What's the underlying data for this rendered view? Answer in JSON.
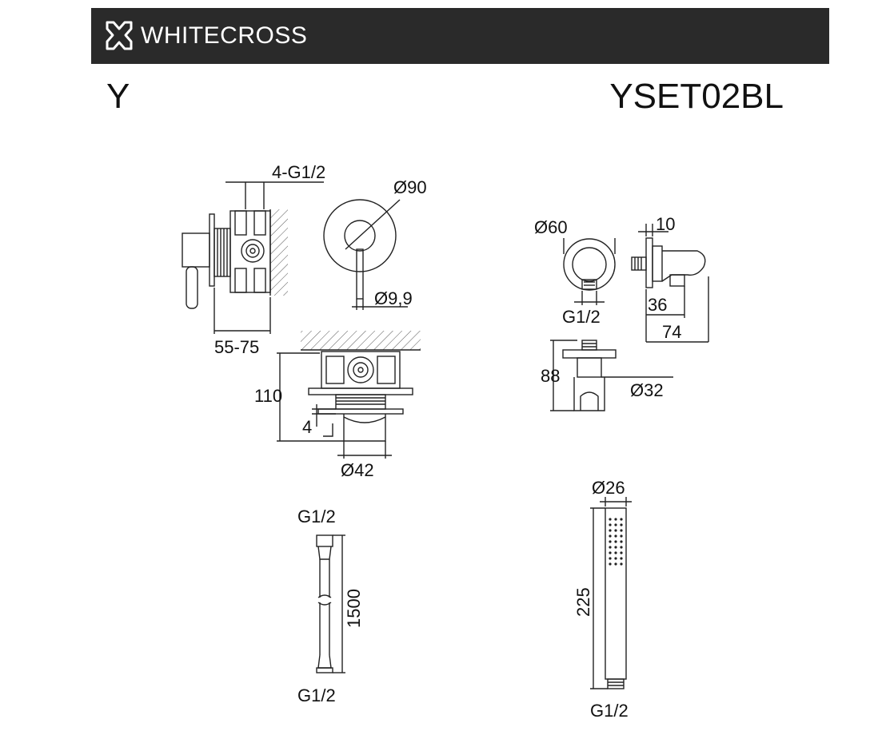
{
  "brand": {
    "name": "WHITECROSS",
    "logo_icon": "cross-x-logo-icon"
  },
  "series": "Y",
  "model": "YSET02BL",
  "colors": {
    "header_bg": "#2a2a2a",
    "header_text": "#ffffff",
    "line": "#222222",
    "hatch": "#555555"
  },
  "dimensions": {
    "mixer": {
      "connections": "4-G1/2",
      "plate_diameter": "Ø90",
      "lever_diameter": "Ø9,9",
      "depth": "55-75",
      "height": "110",
      "offset": "4",
      "body_diameter": "Ø42"
    },
    "outlet": {
      "flange_diameter": "Ø60",
      "thickness": "10",
      "projection_inner": "36",
      "projection_total": "74",
      "thread": "G1/2",
      "height": "88",
      "holder_diameter": "Ø32"
    },
    "hose": {
      "thread_top": "G1/2",
      "length": "1500",
      "thread_bottom": "G1/2"
    },
    "hand_shower": {
      "diameter": "Ø26",
      "length": "225",
      "thread": "G1/2"
    }
  }
}
